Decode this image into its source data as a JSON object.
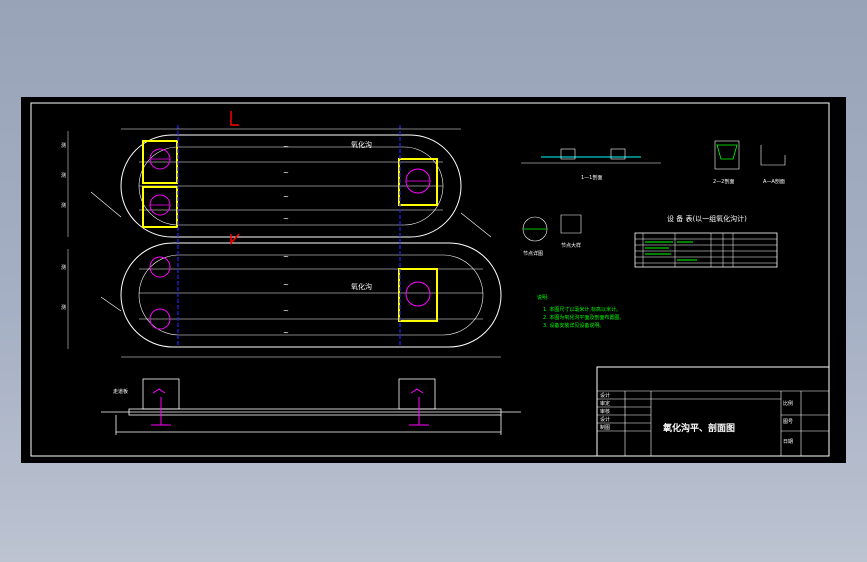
{
  "colors": {
    "background": "#a4aec2",
    "sheet": "#000000",
    "line_white": "#ffffff",
    "line_yellow": "#ffff00",
    "line_magenta": "#ff00ff",
    "line_blue": "#2222ff",
    "line_green": "#00ff00",
    "line_red": "#ff0000",
    "line_cyan": "#00ffff"
  },
  "plan": {
    "channel_label_top": "氧化沟",
    "channel_label_bottom": "氧化沟",
    "wave_mark": "~",
    "side_labels_top": [
      "测",
      "测",
      "测"
    ],
    "side_labels_bottom": [
      "测",
      "测"
    ]
  },
  "section": {
    "left_label": "走道板"
  },
  "equipment_table": {
    "title": "设 备 表(以一组氧化沟计)",
    "rows": 6,
    "cols": 6
  },
  "notes": {
    "heading": "说明:",
    "items": [
      "1. 本图尺寸以毫米计,标高以米计。",
      "2. 本图为氧化沟平面及剖面布置图。",
      "3. 设备安装详见设备说明。"
    ]
  },
  "title_block": {
    "drawing_title": "氧化沟平、剖面图",
    "cell_labels": [
      "设计",
      "审定",
      "审核",
      "设计",
      "制图"
    ],
    "right_labels": [
      "比例",
      "图号",
      "日期"
    ]
  },
  "detail_labels": {
    "d1": "1—1剖面",
    "d2": "2—2剖面",
    "d3": "A—A剖面",
    "d4": "节点详图",
    "d5": "节点大样"
  }
}
